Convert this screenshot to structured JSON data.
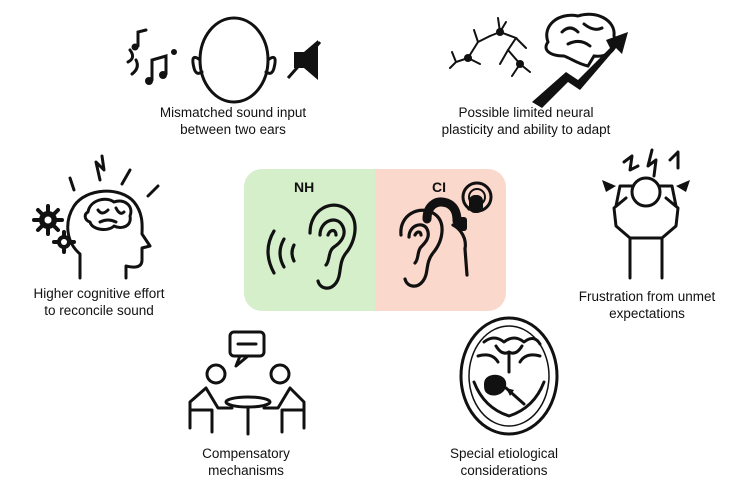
{
  "center": {
    "left_label": "NH",
    "right_label": "CI",
    "left_color": "#d4efc9",
    "right_color": "#fbd8cc"
  },
  "factors": [
    {
      "id": "mismatch",
      "line1": "Mismatched sound input",
      "line2": "between two ears",
      "icon": "head-with-music-and-mute-icon"
    },
    {
      "id": "plasticity",
      "line1": "Possible limited neural",
      "line2": "plasticity and ability to adapt",
      "icon": "neurons-brain-rising-arrow-icon"
    },
    {
      "id": "cognitive",
      "line1": "Higher cognitive effort",
      "line2": "to reconcile sound",
      "icon": "head-brain-gears-icon"
    },
    {
      "id": "frustration",
      "line1": "Frustration from unmet",
      "line2": "expectations",
      "icon": "frustrated-person-icon"
    },
    {
      "id": "compensatory",
      "line1": "Compensatory",
      "line2": "mechanisms",
      "icon": "two-people-talking-icon"
    },
    {
      "id": "etiology",
      "line1": "Special etiological",
      "line2": "considerations",
      "icon": "brain-scan-icon"
    }
  ]
}
